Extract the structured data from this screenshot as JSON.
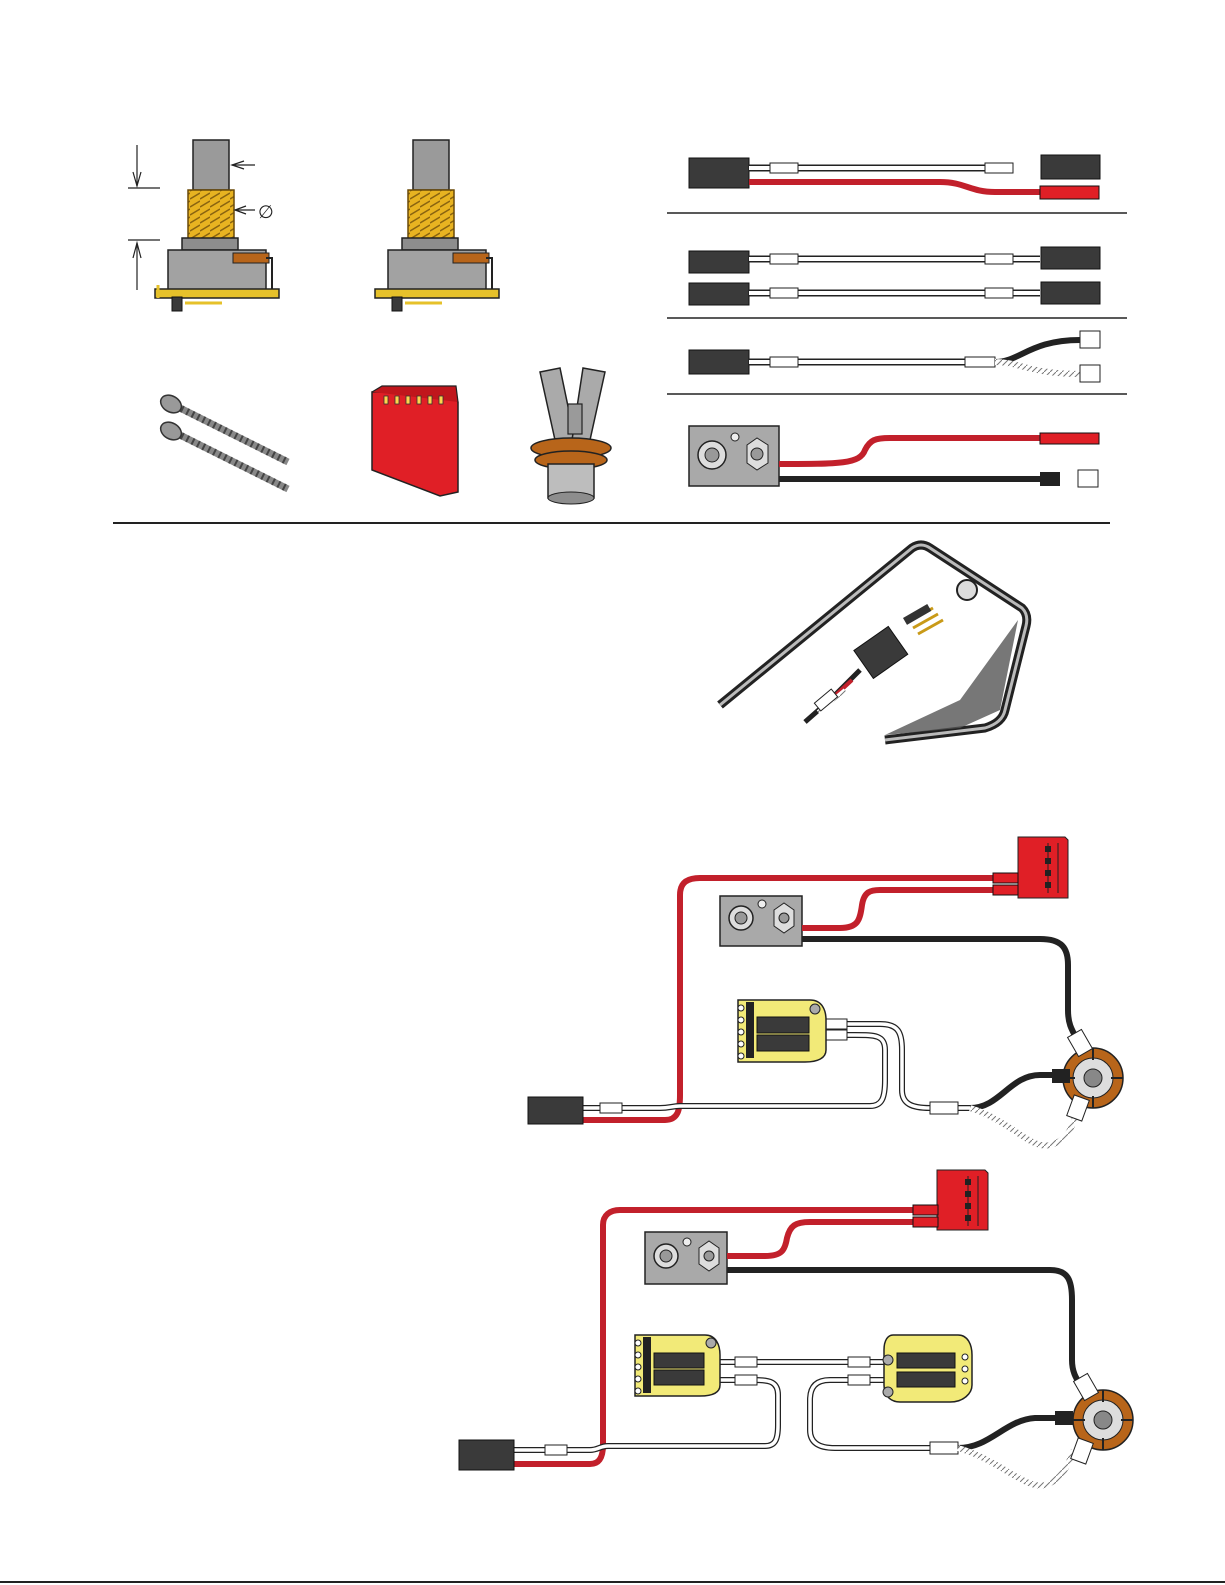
{
  "labels": {
    "diameter_symbol": "∅"
  },
  "colors": {
    "red_wire": "#c2202b",
    "black_wire": "#222222",
    "white_wire": "#ffffff",
    "connector_body": "#3a3a3a",
    "header_red": "#e01f26",
    "pot_thread": "#e8b321",
    "pot_body": "#9a9a9a",
    "pcb_gold": "#e6c12a",
    "board_yellow": "#f2ea78",
    "jack_plate": "#a9a9a9",
    "bronze": "#b8651a"
  },
  "parts": [
    {
      "name": "potentiometer-with-dimensions",
      "icon": "potentiometer-icon"
    },
    {
      "name": "potentiometer",
      "icon": "potentiometer-icon"
    },
    {
      "name": "mounting-screws",
      "icon": "screw-icon"
    },
    {
      "name": "red-header-connector",
      "icon": "connector-icon"
    },
    {
      "name": "output-jack",
      "icon": "jack-icon"
    }
  ],
  "harnesses": [
    {
      "name": "harness-red-white",
      "icon": "cable-icon"
    },
    {
      "name": "harness-double-white",
      "icon": "cable-icon"
    },
    {
      "name": "harness-split-quick-connect",
      "icon": "cable-icon"
    },
    {
      "name": "harness-jack-plate",
      "icon": "cable-icon"
    }
  ],
  "diagrams": [
    {
      "name": "pickup-cavity-header",
      "icon": "pickup-cavity-icon"
    },
    {
      "name": "wiring-single-board",
      "icon": "wiring-icon"
    },
    {
      "name": "wiring-dual-board",
      "icon": "wiring-icon"
    }
  ]
}
